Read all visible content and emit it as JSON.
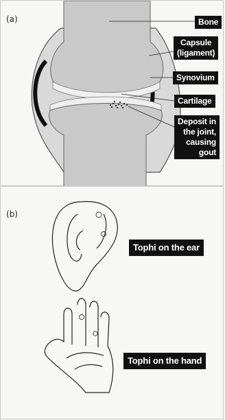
{
  "panel_a": {
    "letter": "(a)",
    "labels": {
      "bone": "Bone",
      "capsule": "Capsule\n(ligament)",
      "synovium": "Synovium",
      "cartilage": "Cartilage",
      "deposit": "Deposit in\nthe joint,\ncausing\ngout"
    }
  },
  "panel_b": {
    "letter": "(b)",
    "labels": {
      "ear": "Tophi on the ear",
      "hand": "Tophi on the hand"
    }
  }
}
